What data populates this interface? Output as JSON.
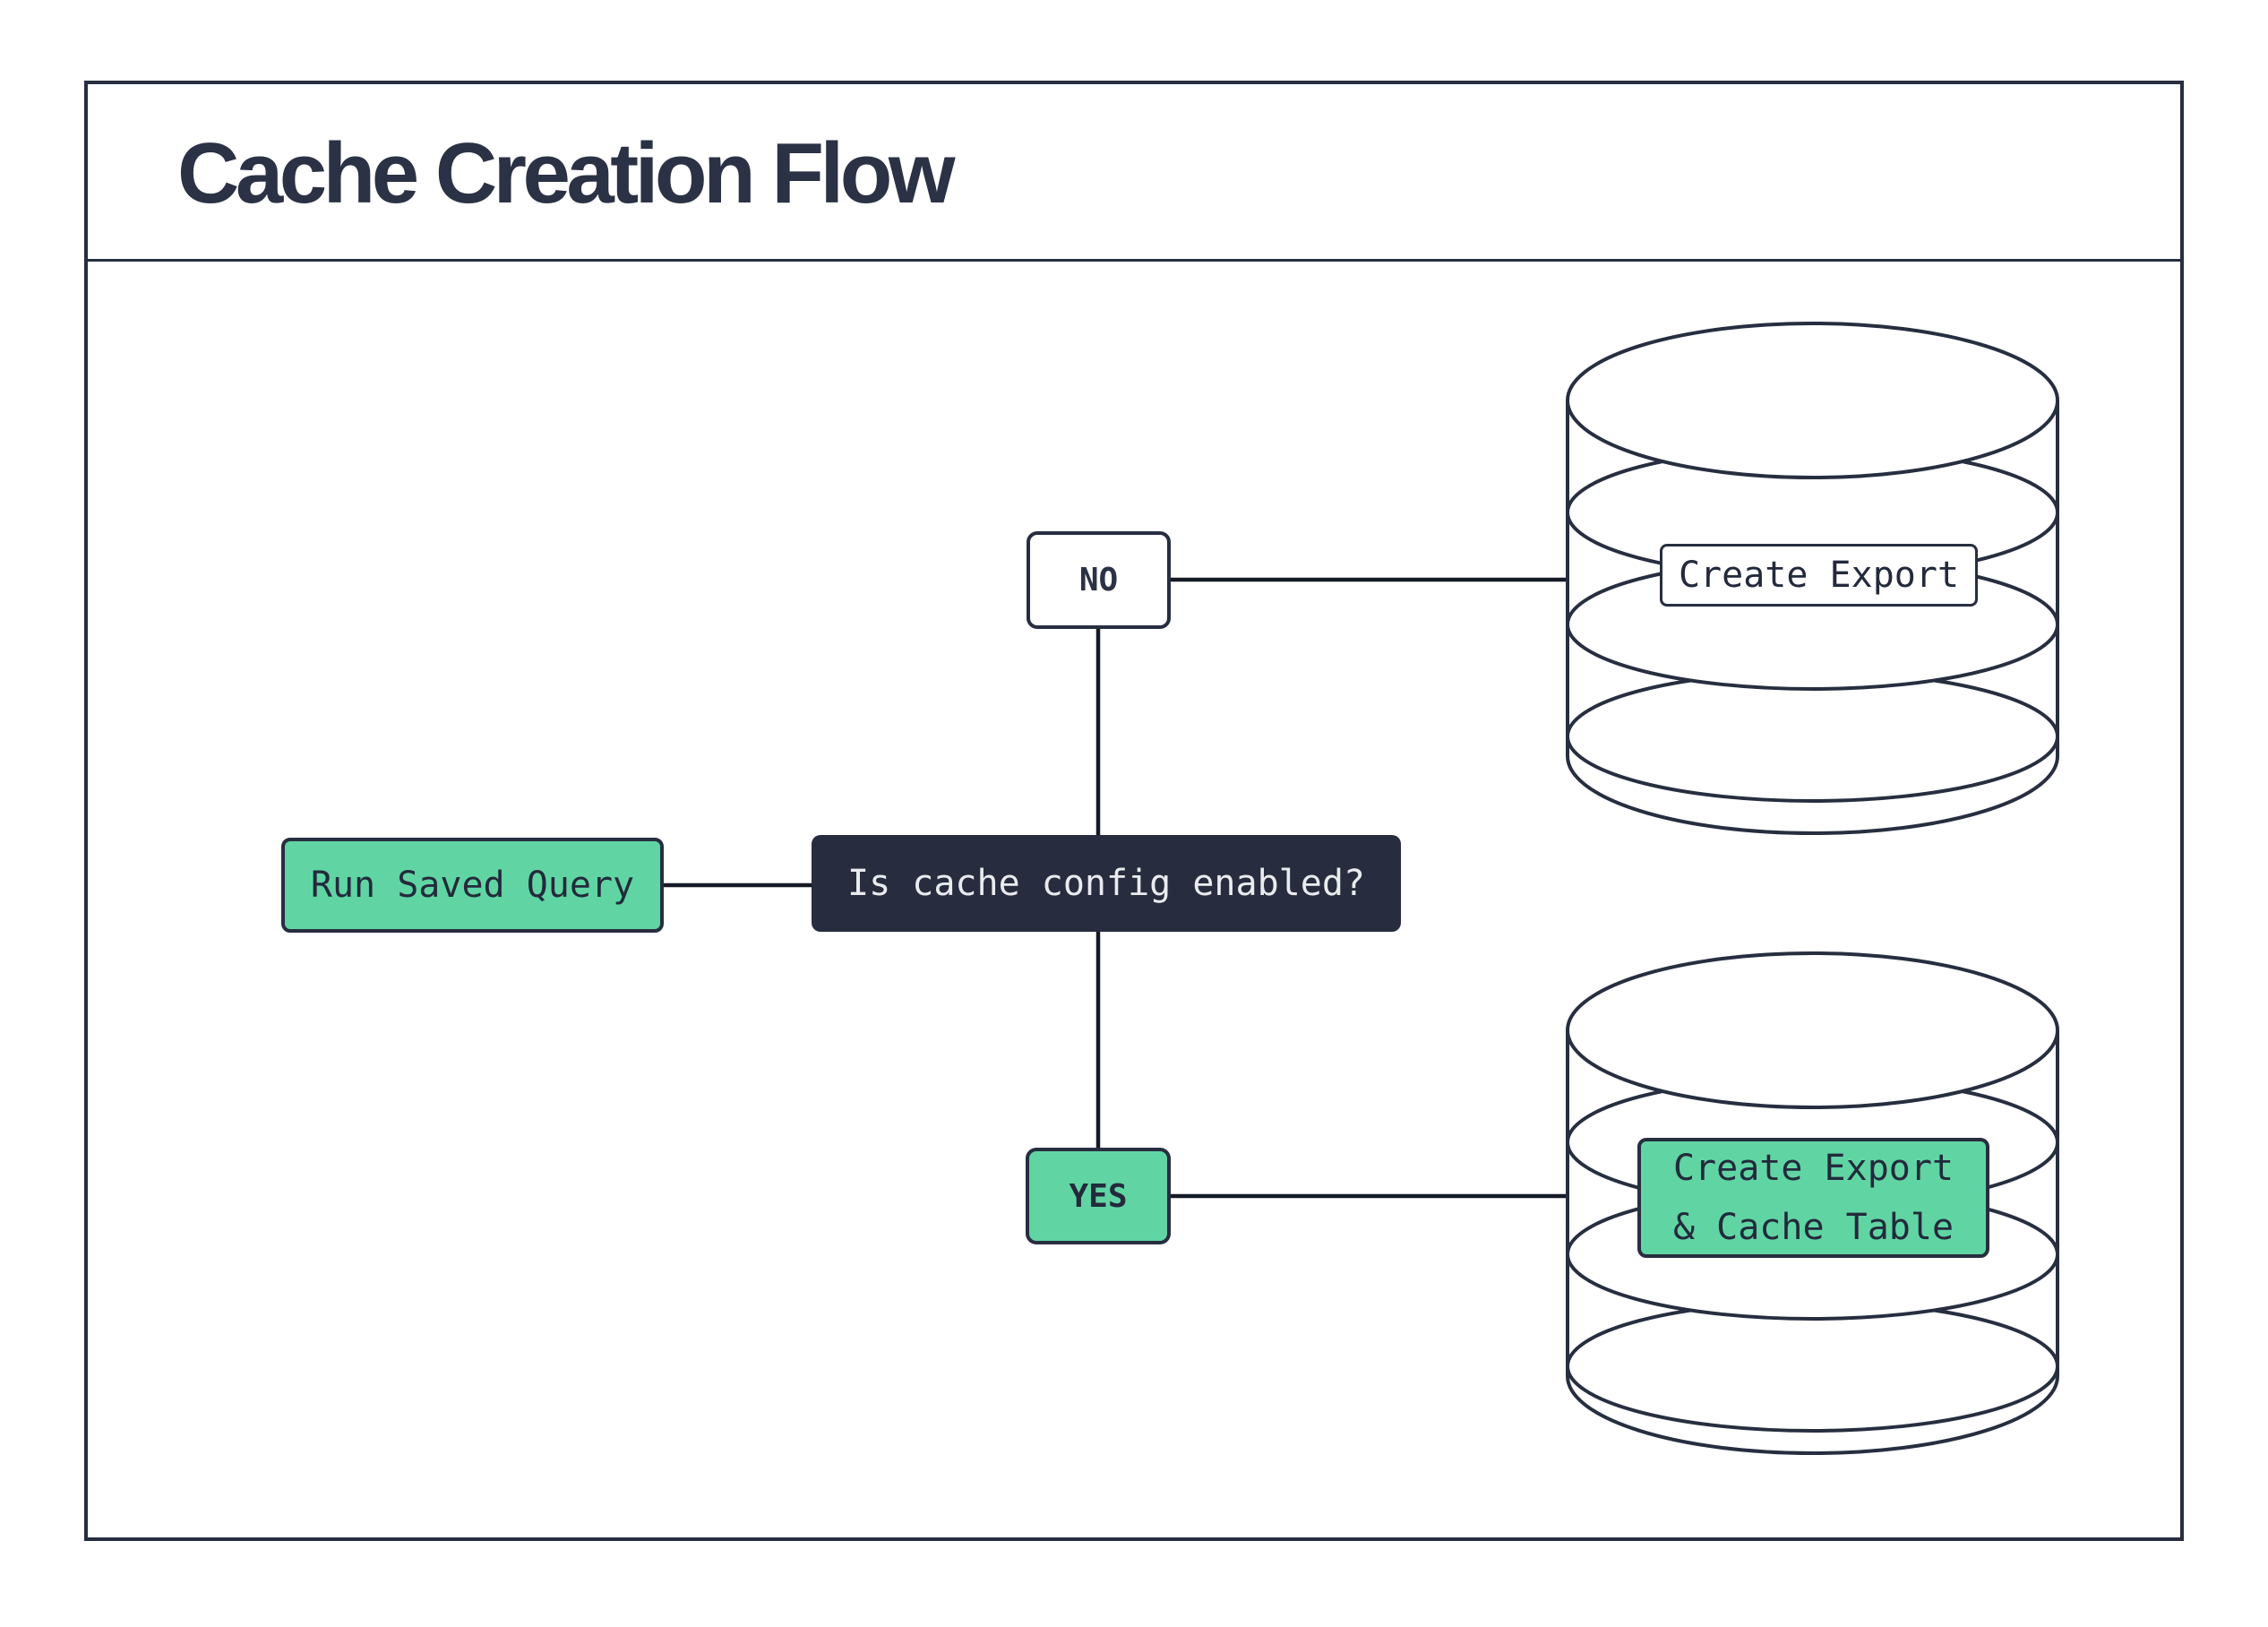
{
  "title": "Cache Creation Flow",
  "diagram": {
    "start_node": "Run Saved Query",
    "decision_node": "Is cache config enabled?",
    "no_edge_label": "NO",
    "yes_edge_label": "YES",
    "no_result_label": "Create Export",
    "yes_result_line1": "Create Export",
    "yes_result_line2": "& Cache Table"
  },
  "colors": {
    "ink": "#272E40",
    "edge": "#161A26",
    "green": "#60D5A3",
    "dark_fill": "#272D3E",
    "light_text": "#E9EBEE",
    "dark_text": "#232A3C",
    "background": "#FFFFFF"
  }
}
